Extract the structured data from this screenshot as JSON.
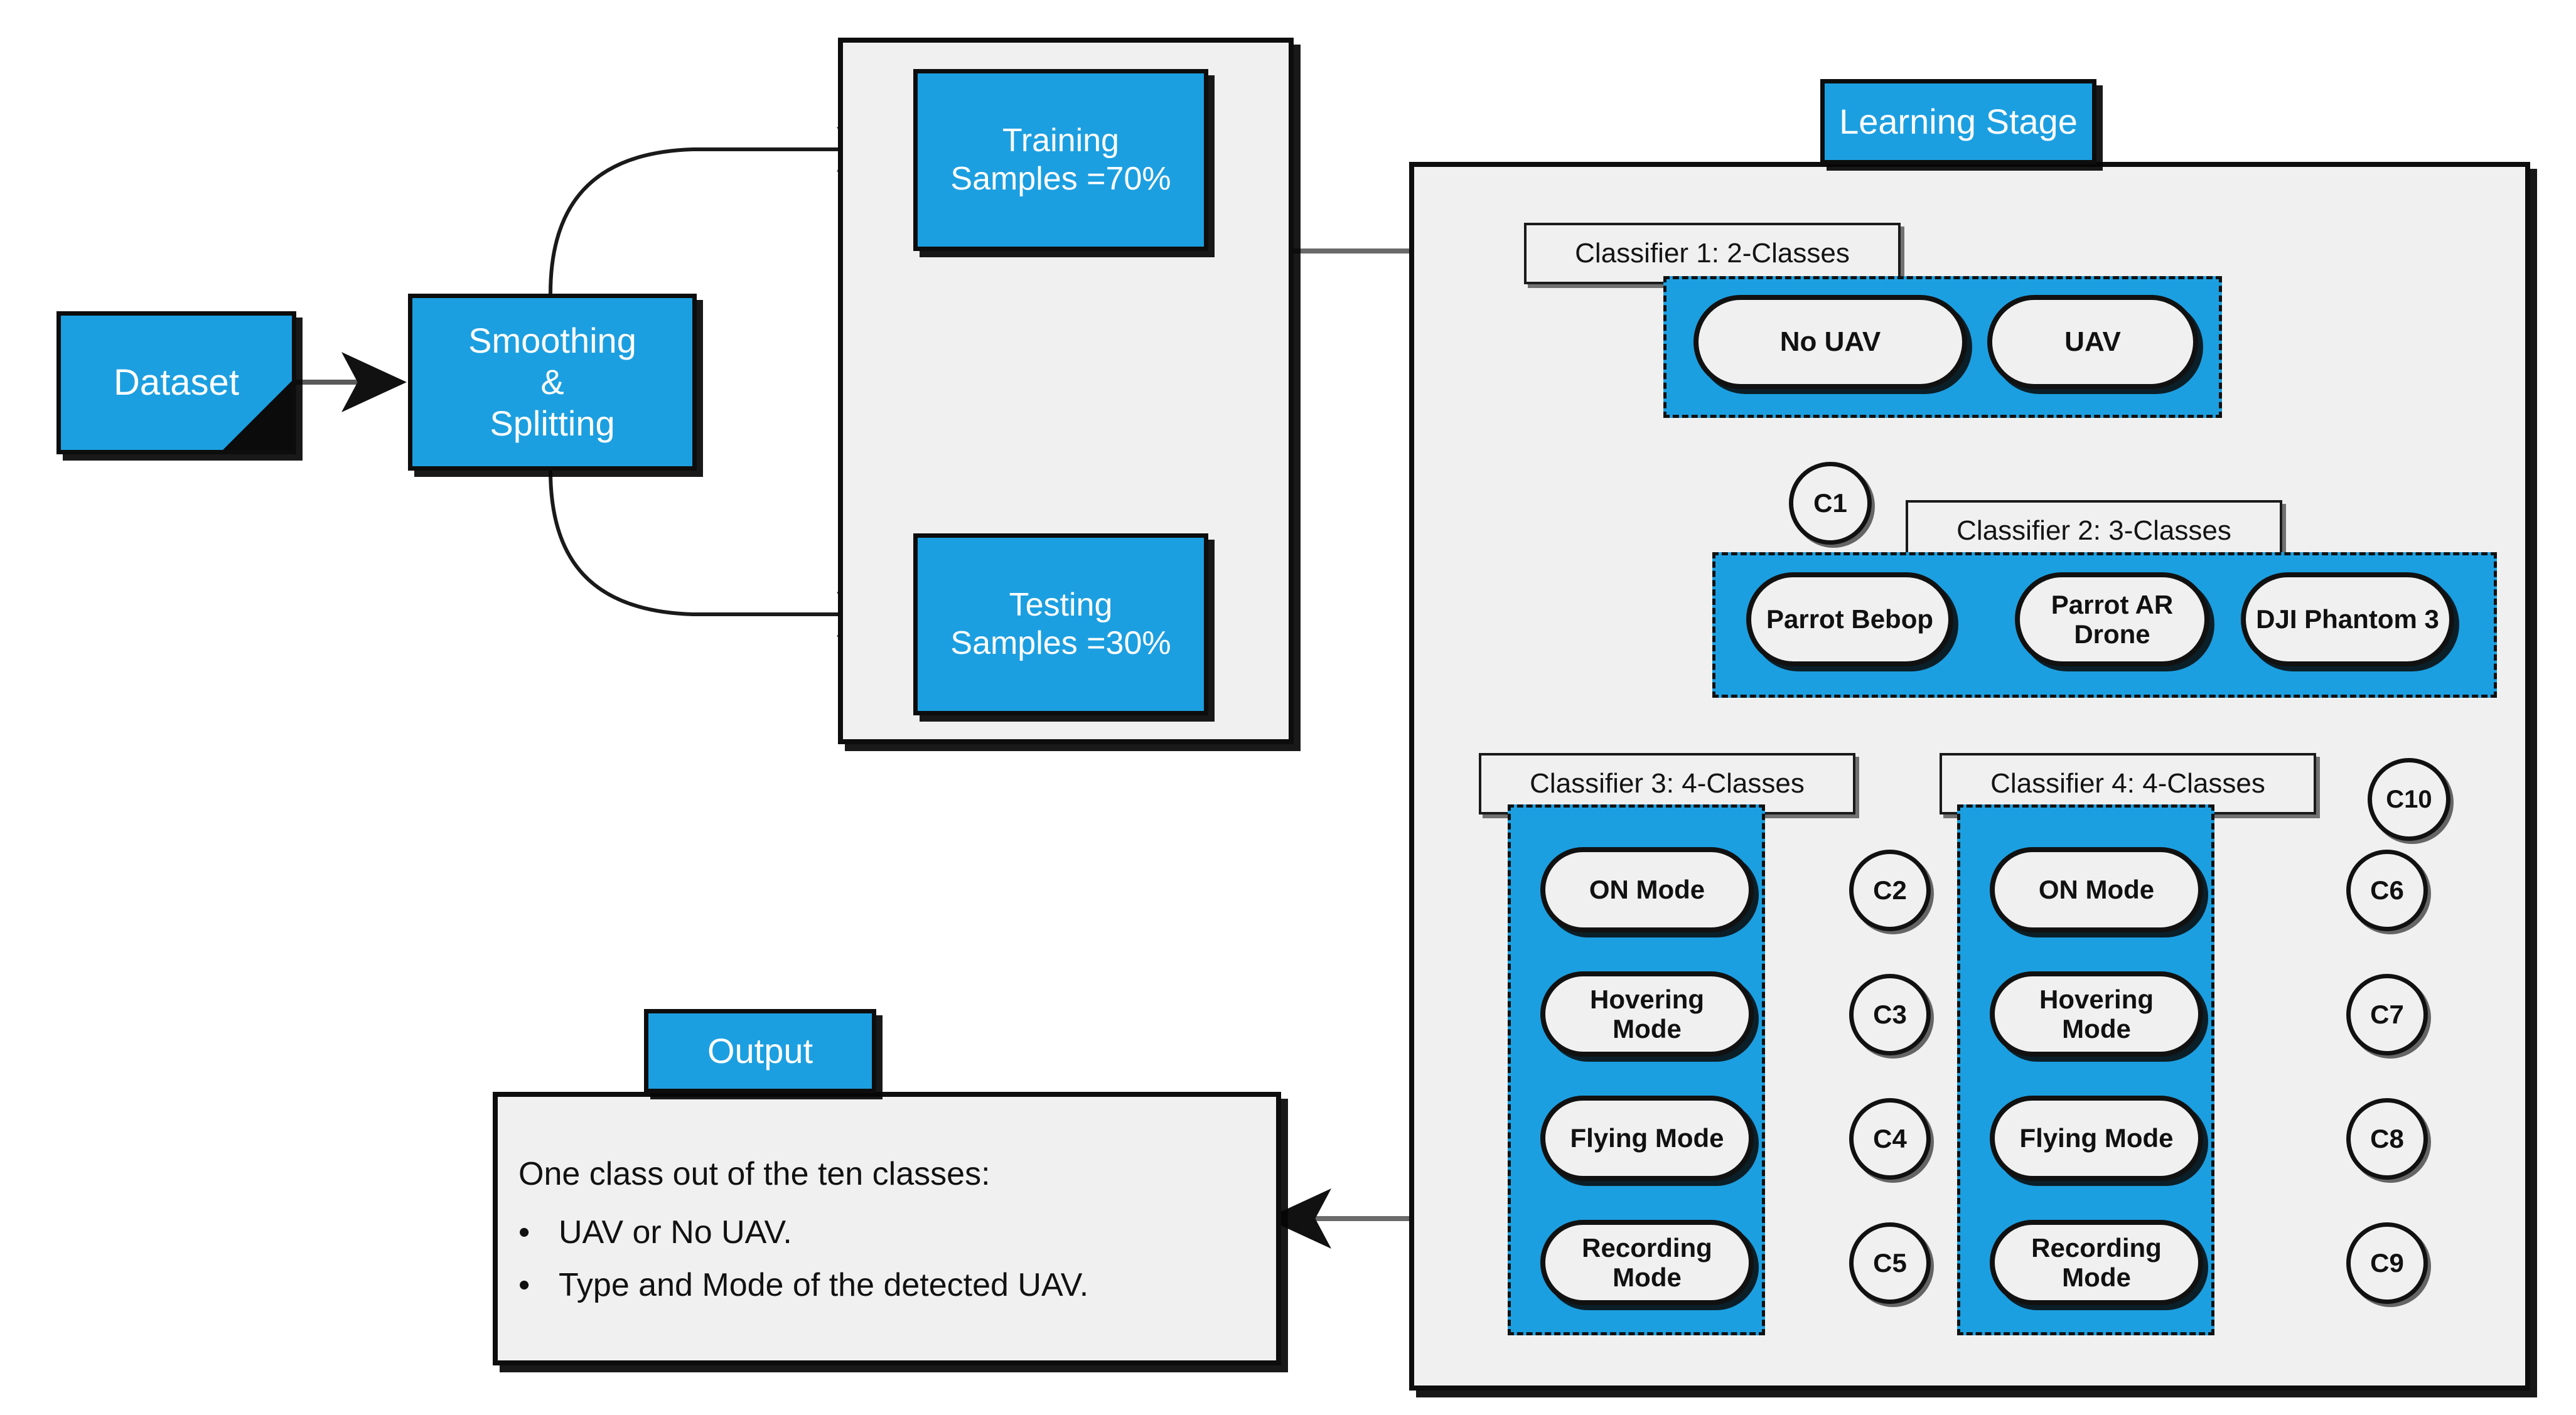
{
  "diagram": {
    "title": "UAV detection and classification hierarchical learning pipeline",
    "colors": {
      "accent_blue": "#1c9fe0",
      "panel_gray": "#f0f0f0",
      "outline_black": "#111111",
      "page_white": "#ffffff"
    }
  },
  "nodes": {
    "dataset": {
      "label": "Dataset"
    },
    "smoothing": {
      "line1": "Smoothing",
      "line2": "&",
      "line3": "Splitting"
    },
    "training": {
      "line1": "Training",
      "line2": "Samples =70%"
    },
    "testing": {
      "line1": "Testing",
      "line2": "Samples =30%"
    },
    "learning_stage": {
      "label": "Learning Stage"
    },
    "output_header": {
      "label": "Output"
    }
  },
  "classifiers": [
    {
      "id": "c1",
      "label": "Classifier 1: 2-Classes",
      "classes": [
        "No UAV",
        "UAV"
      ]
    },
    {
      "id": "c2",
      "label": "Classifier 2: 3-Classes",
      "classes": [
        "Parrot Bebop",
        "Parrot AR Drone",
        "DJI Phantom 3"
      ]
    },
    {
      "id": "c3",
      "label": "Classifier 3: 4-Classes",
      "classes": [
        "ON Mode",
        "Hovering Mode",
        "Flying Mode",
        "Recording Mode"
      ]
    },
    {
      "id": "c4",
      "label": "Classifier 4: 4-Classes",
      "classes": [
        "ON Mode",
        "Hovering Mode",
        "Flying Mode",
        "Recording Mode"
      ]
    }
  ],
  "class_nodes": {
    "no_uav": "No UAV",
    "uav": "UAV",
    "parrot_bebop": "Parrot Bebop",
    "parrot_ar_drone_l1": "Parrot AR",
    "parrot_ar_drone_l2": "Drone",
    "dji_phantom_3": "DJI Phantom 3",
    "c3_on": "ON Mode",
    "c3_hover_l1": "Hovering",
    "c3_hover_l2": "Mode",
    "c3_flying": "Flying Mode",
    "c3_rec_l1": "Recording",
    "c3_rec_l2": "Mode",
    "c4_on": "ON Mode",
    "c4_hover_l1": "Hovering",
    "c4_hover_l2": "Mode",
    "c4_flying": "Flying Mode",
    "c4_rec_l1": "Recording",
    "c4_rec_l2": "Mode"
  },
  "outcome_circles": {
    "c1": "C1",
    "c2": "C2",
    "c3": "C3",
    "c4": "C4",
    "c5": "C5",
    "c6": "C6",
    "c7": "C7",
    "c8": "C8",
    "c9": "C9",
    "c10": "C10"
  },
  "output_panel": {
    "heading": "One class out of the ten classes:",
    "bullet_glyph": "•",
    "bullets": [
      "UAV or No UAV.",
      "Type and Mode of the detected UAV."
    ]
  }
}
